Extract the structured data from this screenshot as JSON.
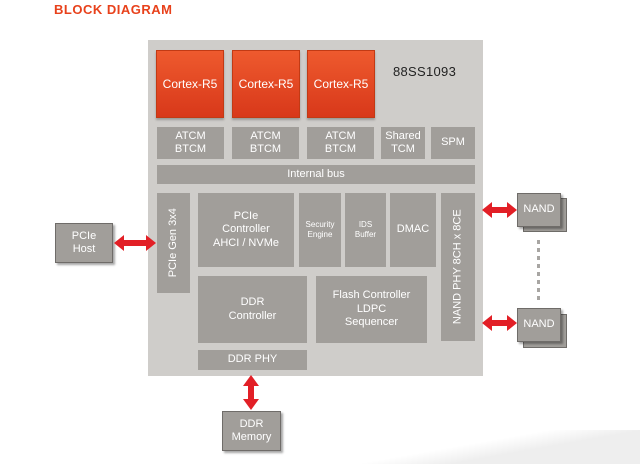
{
  "title": "BLOCK DIAGRAM",
  "colors": {
    "accent": "#e8411b",
    "block": "#a19e9a",
    "chip": "#cfcdca",
    "arrow": "#e21f26"
  },
  "chip_label": "88SS1093",
  "cores": [
    "Cortex-R5",
    "Cortex-R5",
    "Cortex-R5"
  ],
  "memories": [
    "ATCM\nBTCM",
    "ATCM\nBTCM",
    "ATCM\nBTCM",
    "Shared\nTCM",
    "SPM"
  ],
  "internal_bus": "Internal bus",
  "pcie_gen": "PCIe Gen 3x4",
  "pcie_controller": "PCIe\nController\nAHCI / NVMe",
  "security_engine": "Security\nEngine",
  "ids_buffer": "IDS\nBuffer",
  "dmac": "DMAC",
  "nand_phy": "NAND PHY 8CH x 8CE",
  "ddr_controller": "DDR\nController",
  "flash_controller": "Flash Controller\nLDPC\nSequencer",
  "ddr_phy": "DDR PHY",
  "pcie_host": "PCIe\nHost",
  "ddr_memory": "DDR\nMemory",
  "nand": [
    "NAND",
    "NAND"
  ]
}
